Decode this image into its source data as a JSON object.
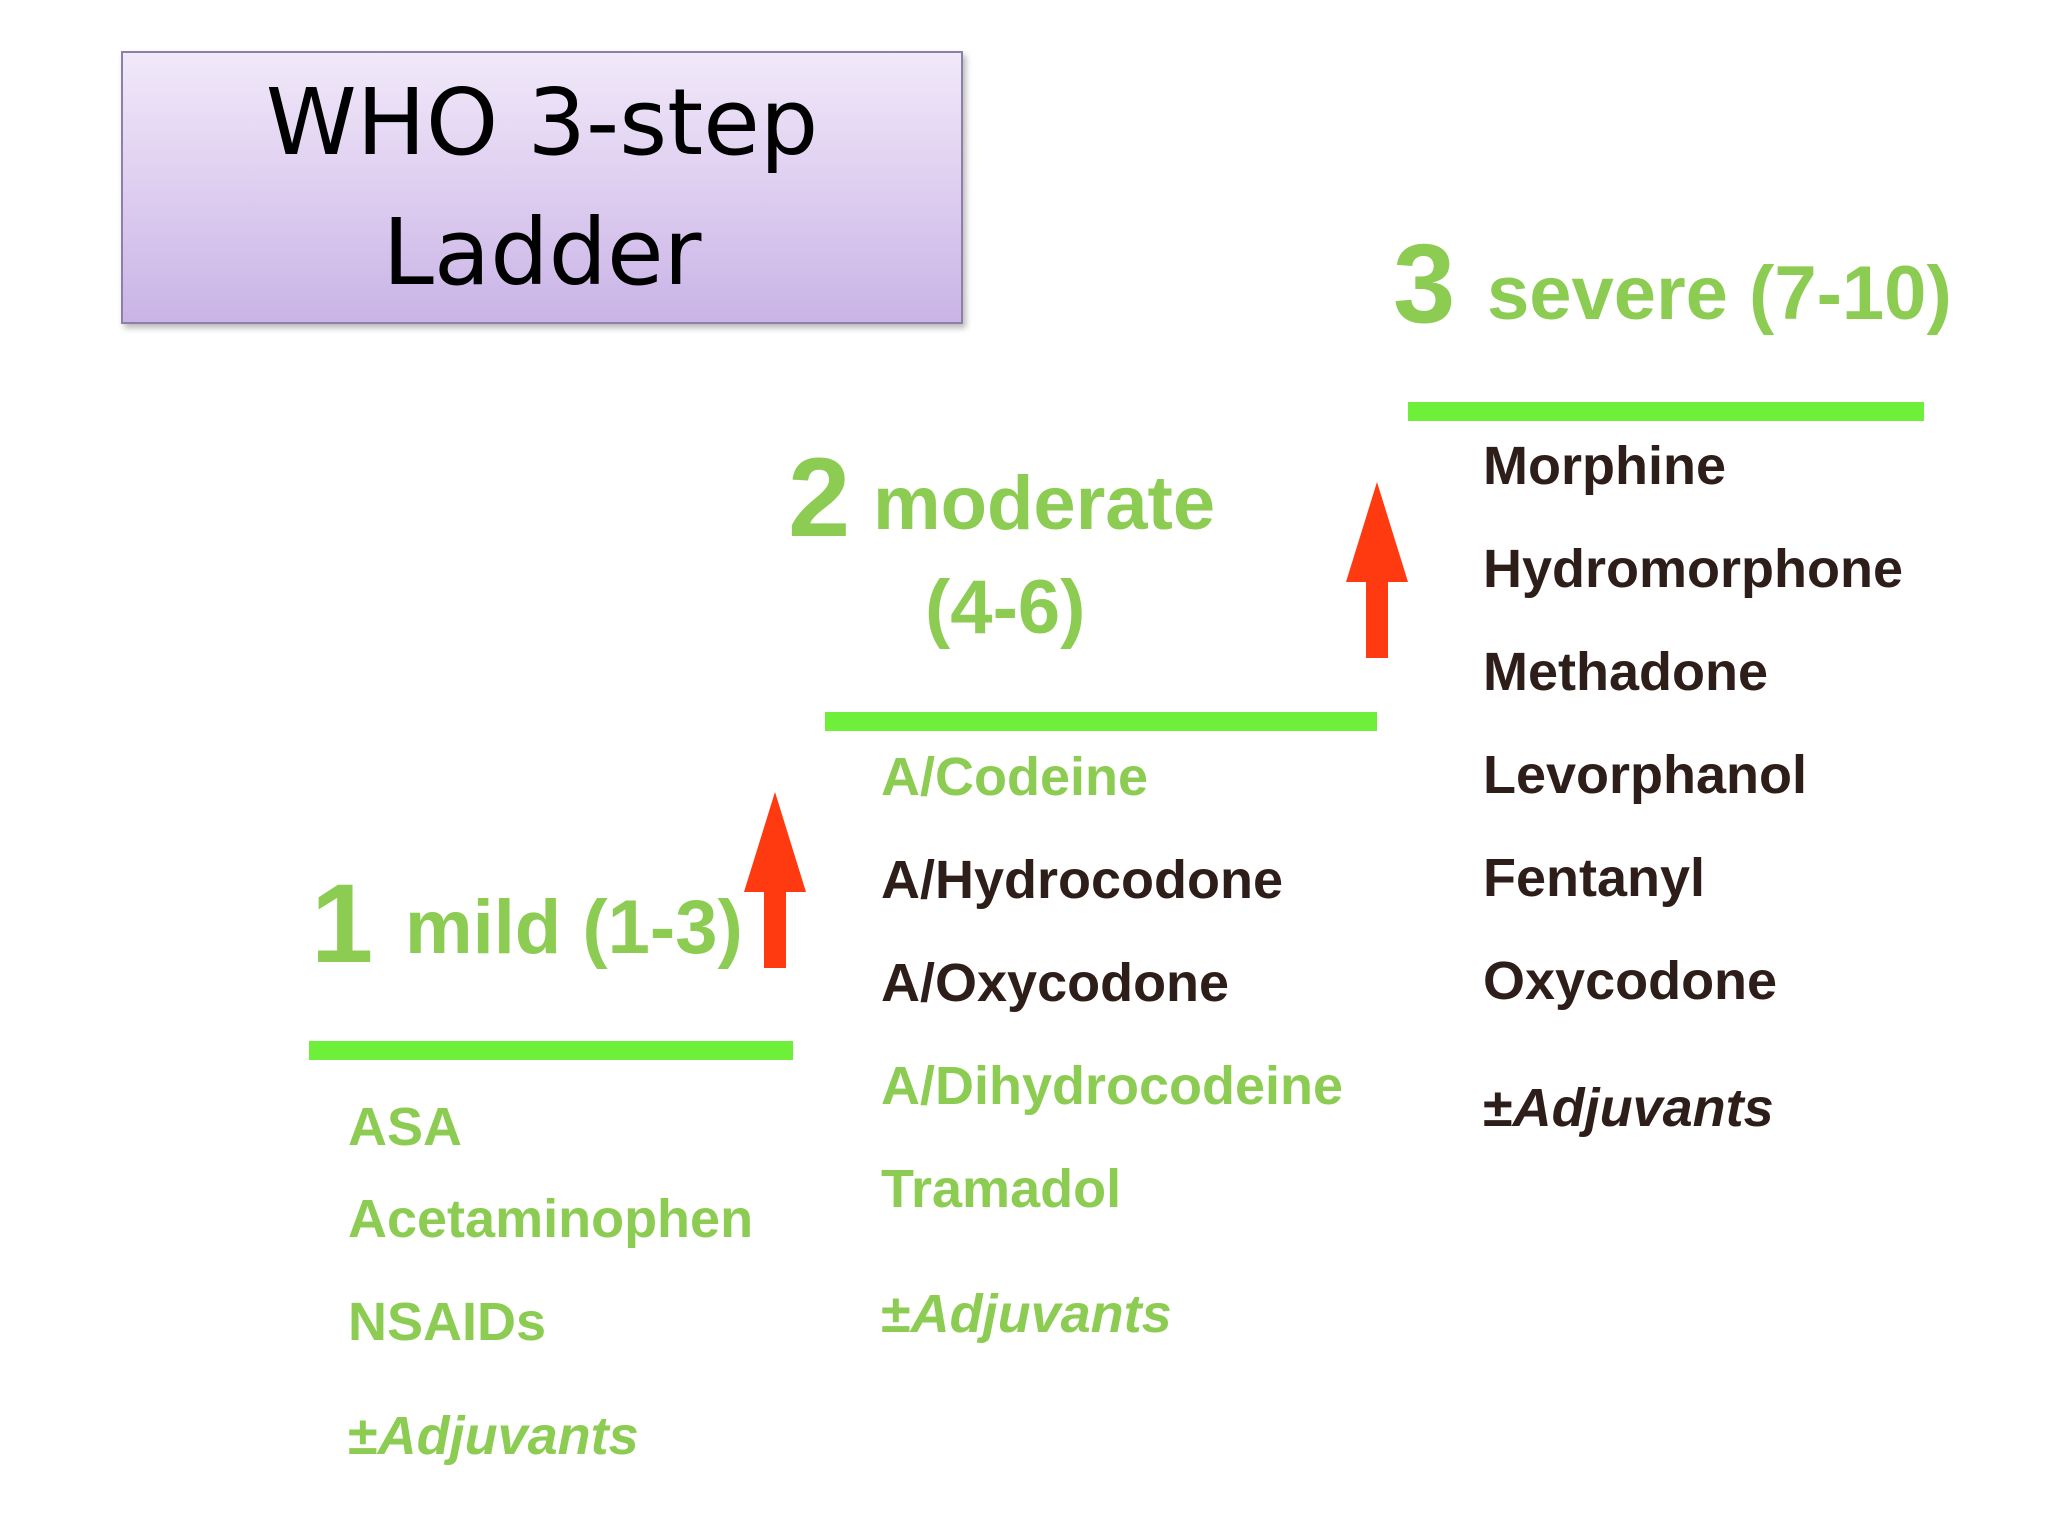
{
  "title": {
    "line1": "WHO 3-step",
    "line2": "Ladder"
  },
  "colors": {
    "green_text": "#8ccc52",
    "green_bar": "#6ef03a",
    "dark_text": "#2e1e19",
    "arrow": "#ff3a10"
  },
  "steps": [
    {
      "number": "1",
      "label": "mild (1-3)",
      "drugs": [
        {
          "text": "ASA",
          "color": "green"
        },
        {
          "text": "Acetaminophen",
          "color": "green"
        },
        {
          "text": "NSAIDs",
          "color": "green"
        }
      ],
      "adjuvants": {
        "sign": "±",
        "word": "Adjuvants",
        "color": "green"
      }
    },
    {
      "number": "2",
      "label_line1": "moderate",
      "label_line2": "(4-6)",
      "drugs": [
        {
          "text": "A/Codeine",
          "color": "green"
        },
        {
          "text": "A/Hydrocodone",
          "color": "dark"
        },
        {
          "text": "A/Oxycodone",
          "color": "dark"
        },
        {
          "text": "A/Dihydrocodeine",
          "color": "green"
        },
        {
          "text": "Tramadol",
          "color": "green"
        }
      ],
      "adjuvants": {
        "sign": "±",
        "word": "Adjuvants",
        "color": "green"
      }
    },
    {
      "number": "3",
      "label": "severe (7-10)",
      "drugs": [
        {
          "text": "Morphine",
          "color": "dark"
        },
        {
          "text": "Hydromorphone",
          "color": "dark"
        },
        {
          "text": "Methadone",
          "color": "dark"
        },
        {
          "text": "Levorphanol",
          "color": "dark"
        },
        {
          "text": "Fentanyl",
          "color": "dark"
        },
        {
          "text": "Oxycodone",
          "color": "dark"
        }
      ],
      "adjuvants": {
        "sign": "±",
        "word": "Adjuvants",
        "color": "dark"
      }
    }
  ],
  "arrows": [
    {
      "icon": "arrow-up-icon",
      "between": "step 1 to step 2"
    },
    {
      "icon": "arrow-up-icon",
      "between": "step 2 to step 3"
    }
  ]
}
